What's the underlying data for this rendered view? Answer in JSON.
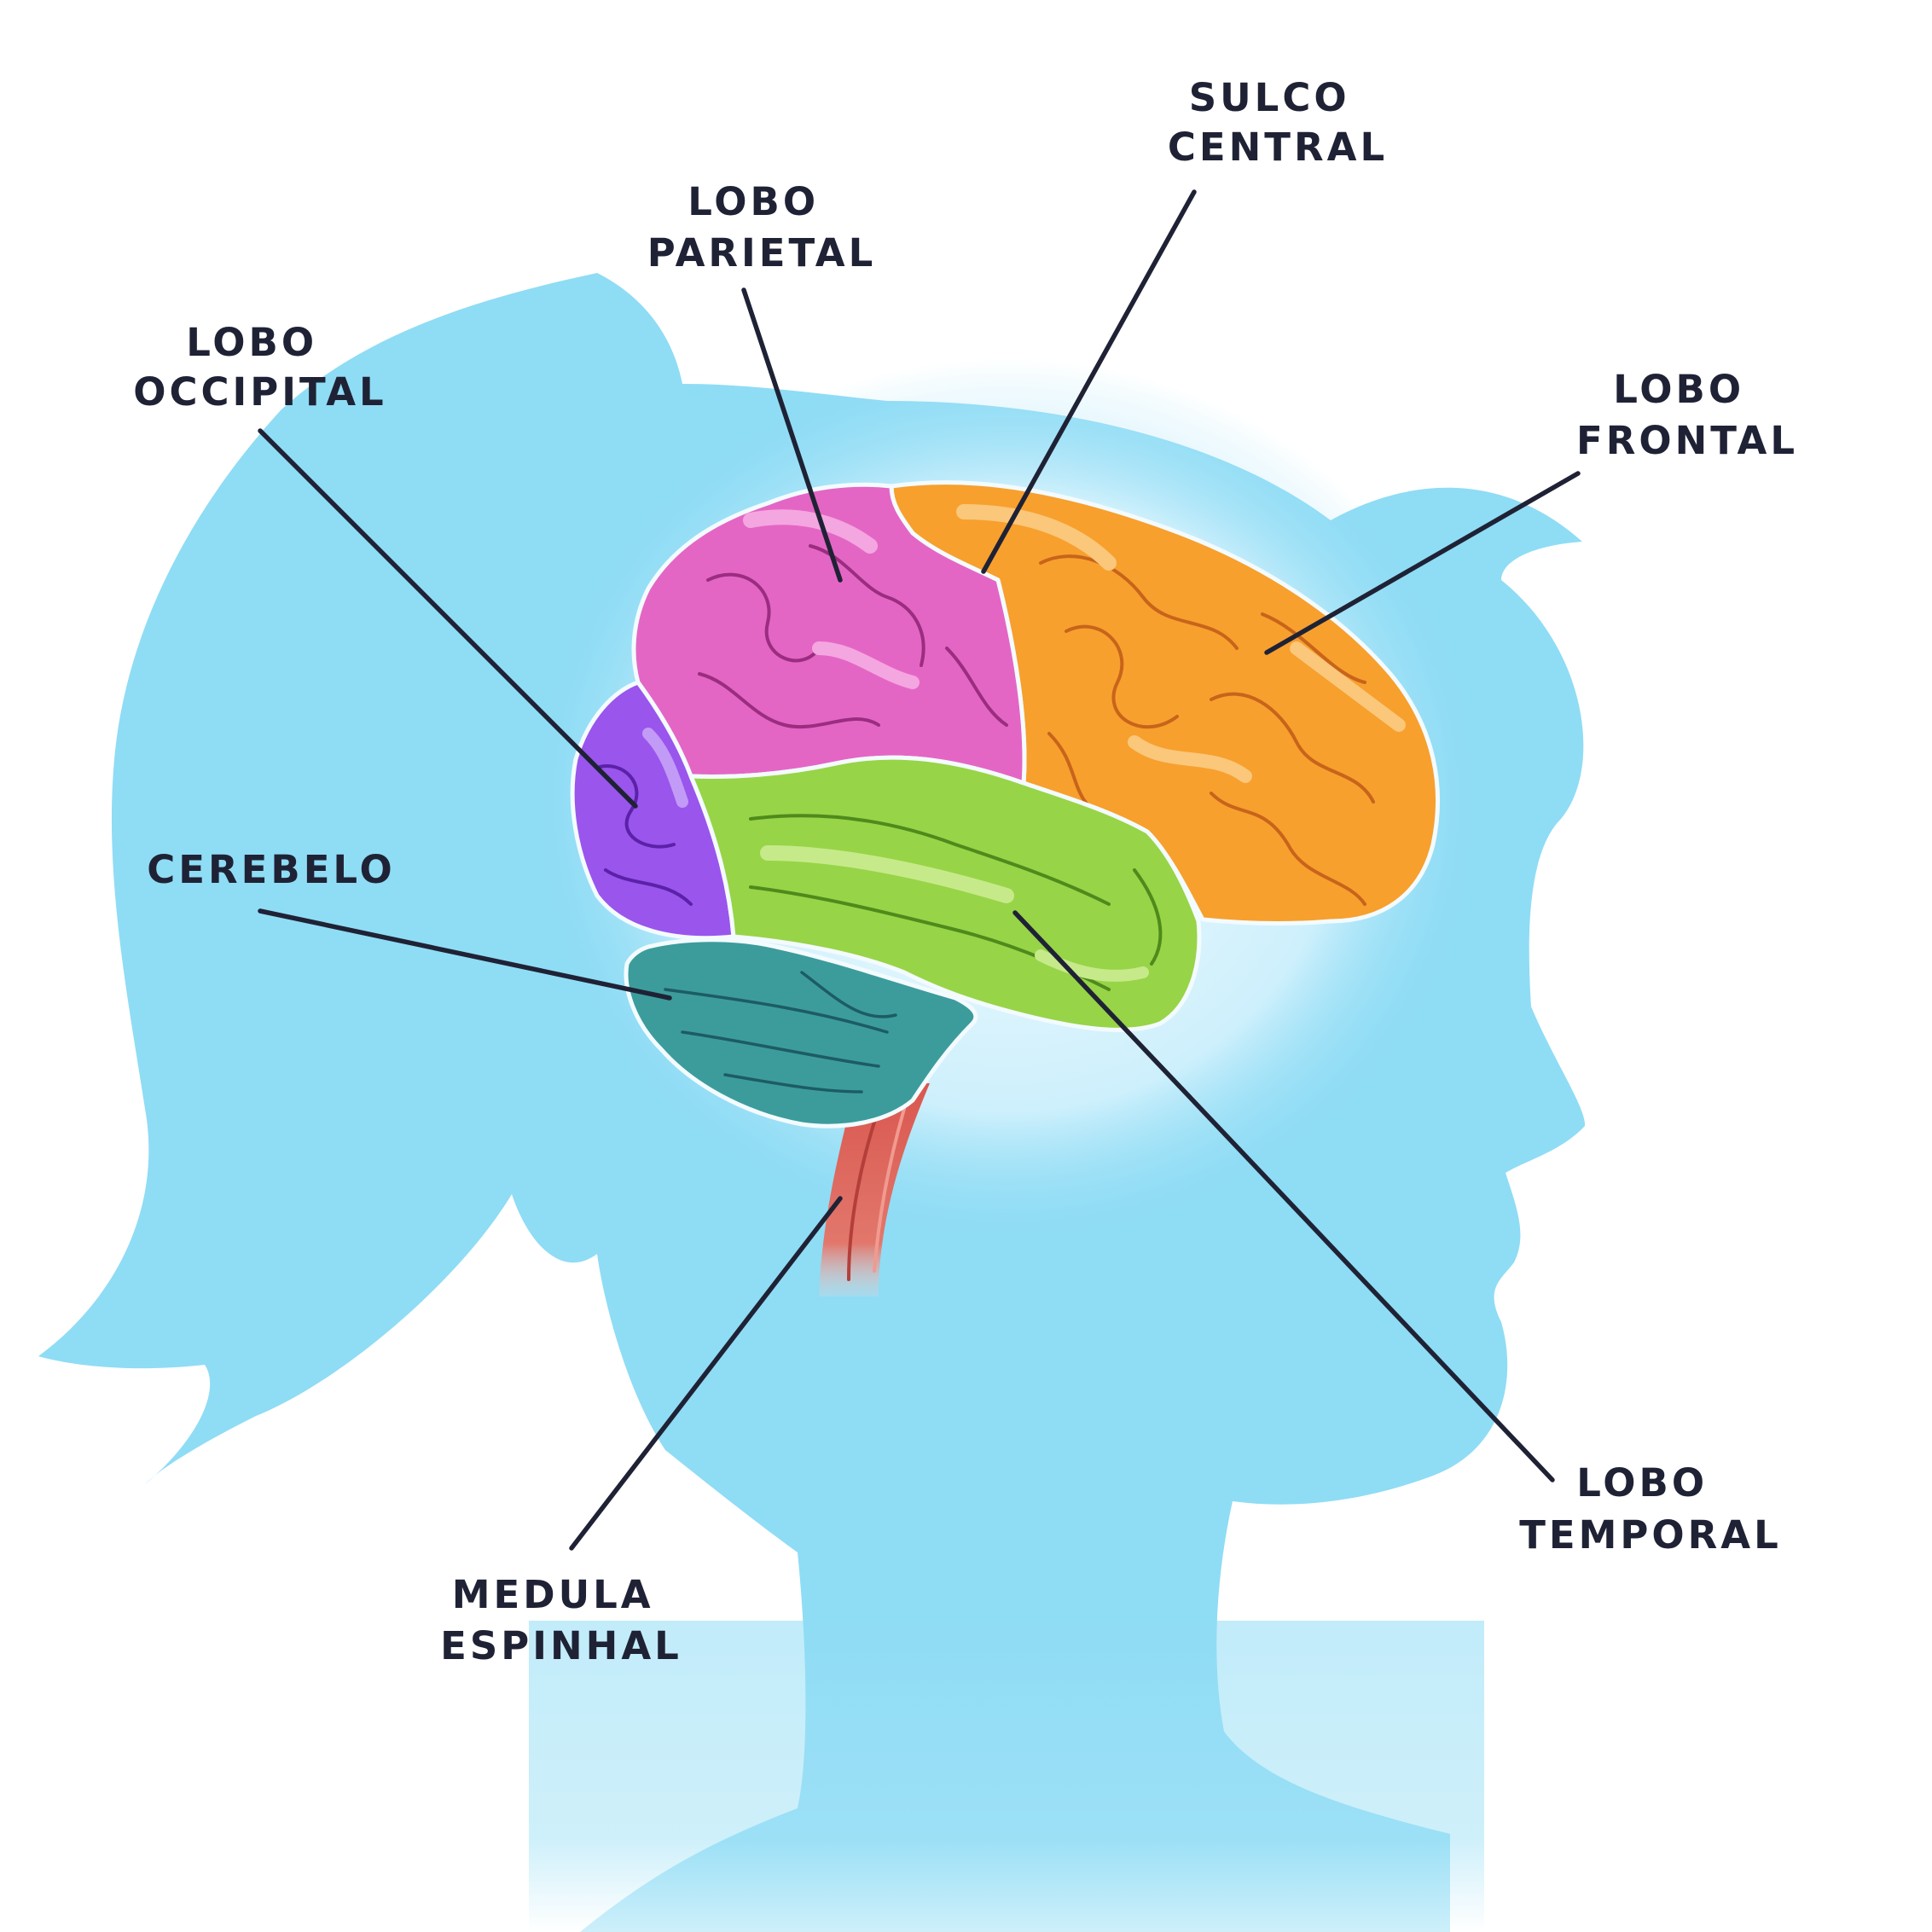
{
  "labels": {
    "sulco_central": [
      "SULCO",
      "CENTRAL"
    ],
    "lobo_parietal": [
      "LOBO",
      "PARIETAL"
    ],
    "lobo_occipital": [
      "LOBO",
      "OCCIPITAL"
    ],
    "lobo_frontal": [
      "LOBO",
      "FRONTAL"
    ],
    "cerebelo": [
      "CEREBELO"
    ],
    "lobo_temporal": [
      "LOBO",
      "TEMPORAL"
    ],
    "medula_espinhal": [
      "MEDULA",
      "ESPINHAL"
    ]
  },
  "colors": {
    "silhouette": "#8fdcf5",
    "frontal": "#f7a02e",
    "parietal": "#e466c4",
    "occipital": "#9a55ec",
    "temporal": "#98d447",
    "cerebelo": "#3c9c9c",
    "medula": "#d9574f",
    "text": "#1f2235"
  }
}
